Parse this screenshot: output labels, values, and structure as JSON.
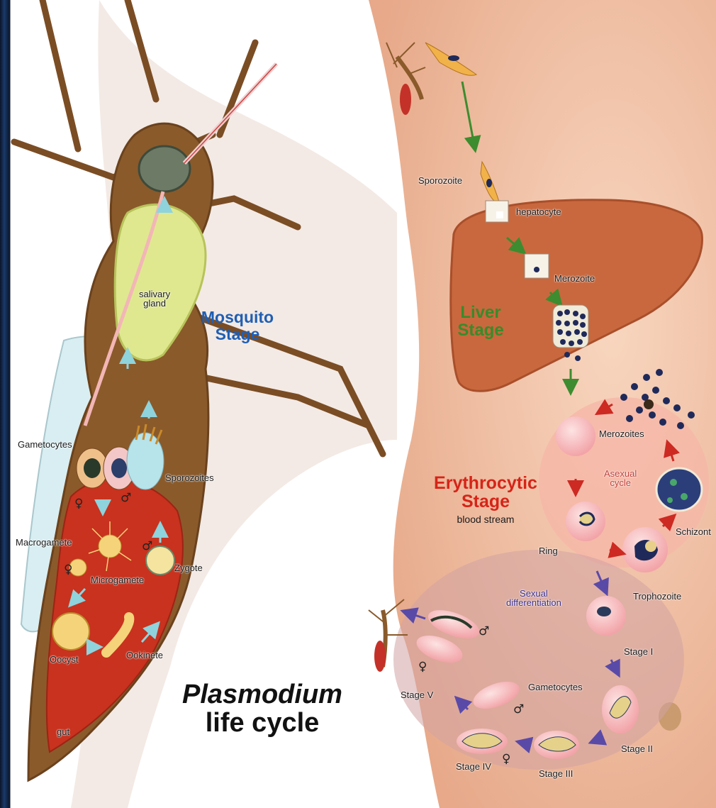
{
  "title": {
    "line1": "Plasmodium",
    "line2": "life cycle"
  },
  "stages": {
    "mosquito": {
      "line1": "Mosquito",
      "line2": "Stage"
    },
    "liver": {
      "line1": "Liver",
      "line2": "Stage"
    },
    "erythrocytic": {
      "line1": "Erythrocytic",
      "line2": "Stage",
      "sub": "blood stream"
    }
  },
  "labels": {
    "sporozoite": "Sporozoite",
    "hepatocyte": "hepatocyte",
    "merozoite": "Merozoite",
    "merozoites": "Merozoites",
    "asexual_line1": "Asexual",
    "asexual_line2": "cycle",
    "schizont": "Schizont",
    "ring": "Ring",
    "trophozoite": "Trophozoite",
    "sexual_line1": "Sexual",
    "sexual_line2": "differentiation",
    "stage1": "Stage I",
    "stage2": "Stage II",
    "stage3": "Stage III",
    "stage4": "Stage IV",
    "stage5": "Stage V",
    "gametocytes_blood": "Gametocytes",
    "gametocytes_mosq": "Gametocytes",
    "sporozoites": "Sporozoites",
    "salivary_line1": "salivary",
    "salivary_line2": "gland",
    "macrogamete": "Macrogamete",
    "microgamete": "Microgamete",
    "zygote": "Zygote",
    "oocyst": "Oocyst",
    "ookinete": "Ookinete",
    "gut": "gut"
  },
  "symbols": {
    "female": "♀",
    "male": "♂"
  },
  "colors": {
    "mosquito_stage": "#1f5fb4",
    "liver_stage": "#3a8a2a",
    "erythrocytic_stage": "#d62418",
    "skin": "#f3c6a8",
    "liver": "#c9683e",
    "mosquito_body": "#8a5a2b",
    "gut": "#c8321e",
    "rbc": "#f6b8b8"
  }
}
